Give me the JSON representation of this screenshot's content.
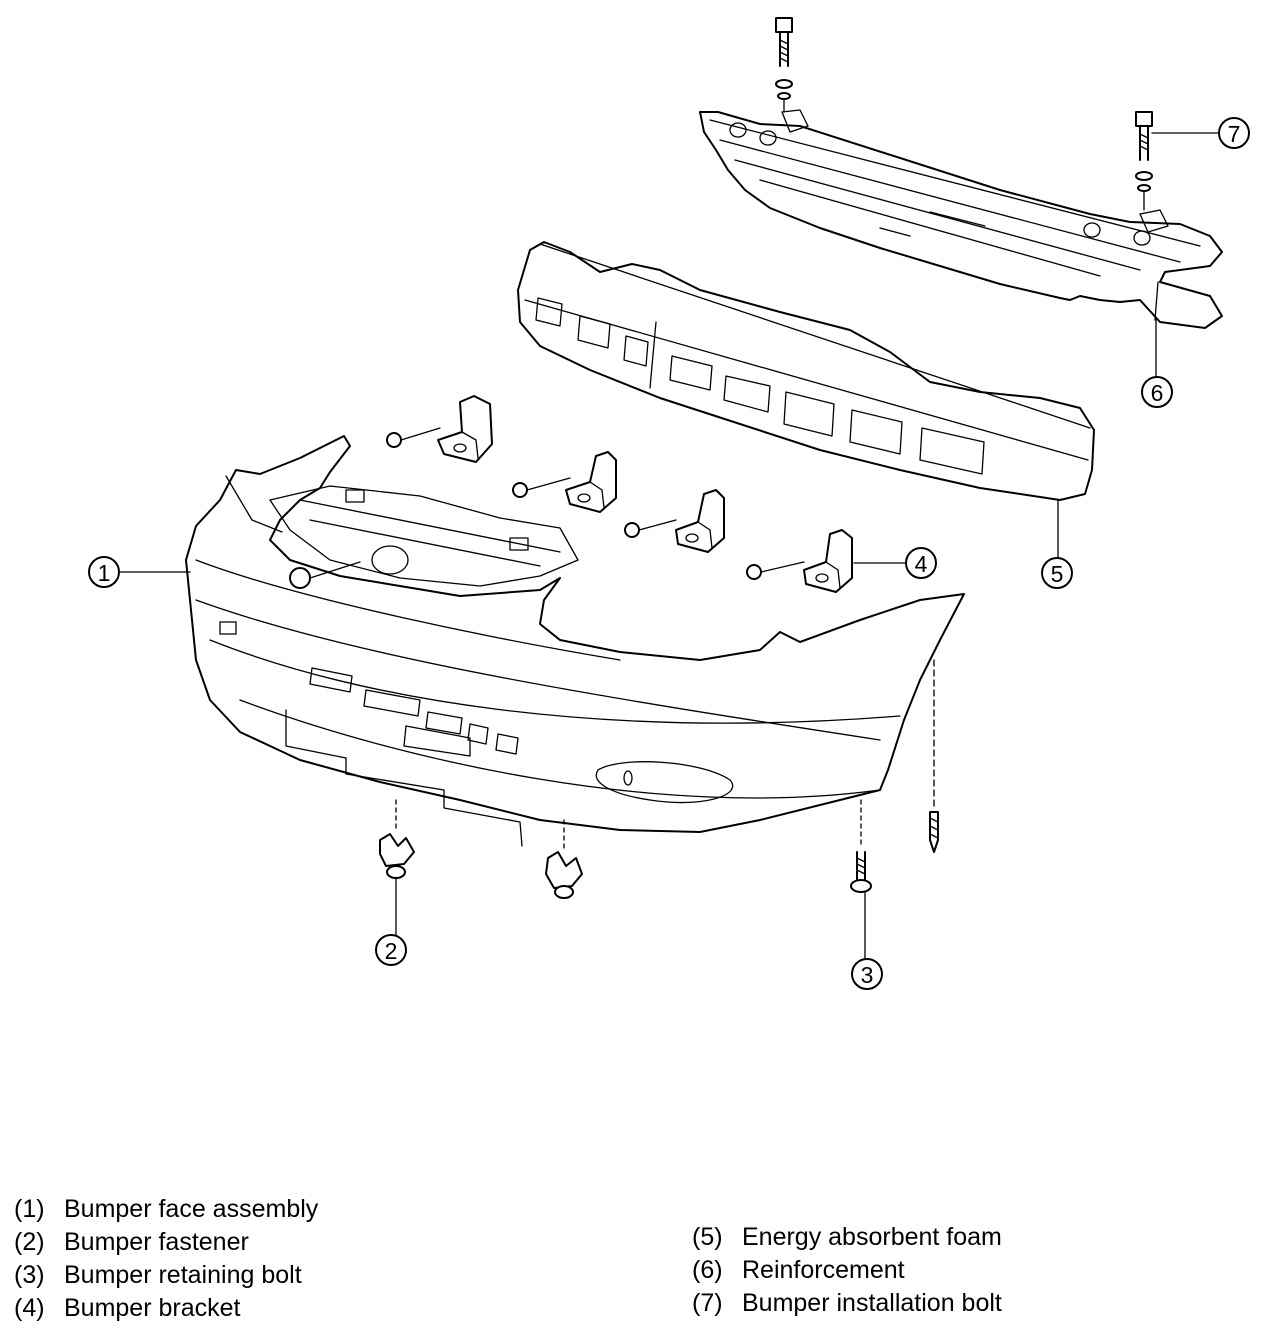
{
  "callouts": {
    "c1": "1",
    "c2": "2",
    "c3": "3",
    "c4": "4",
    "c5": "5",
    "c6": "6",
    "c7": "7"
  },
  "legend": {
    "left": [
      {
        "num": "(1)",
        "label": "Bumper face assembly"
      },
      {
        "num": "(2)",
        "label": "Bumper fastener"
      },
      {
        "num": "(3)",
        "label": "Bumper retaining bolt"
      },
      {
        "num": "(4)",
        "label": "Bumper bracket"
      }
    ],
    "right": [
      {
        "num": "(5)",
        "label": "Energy absorbent foam"
      },
      {
        "num": "(6)",
        "label": "Reinforcement"
      },
      {
        "num": "(7)",
        "label": "Bumper installation bolt"
      }
    ]
  }
}
